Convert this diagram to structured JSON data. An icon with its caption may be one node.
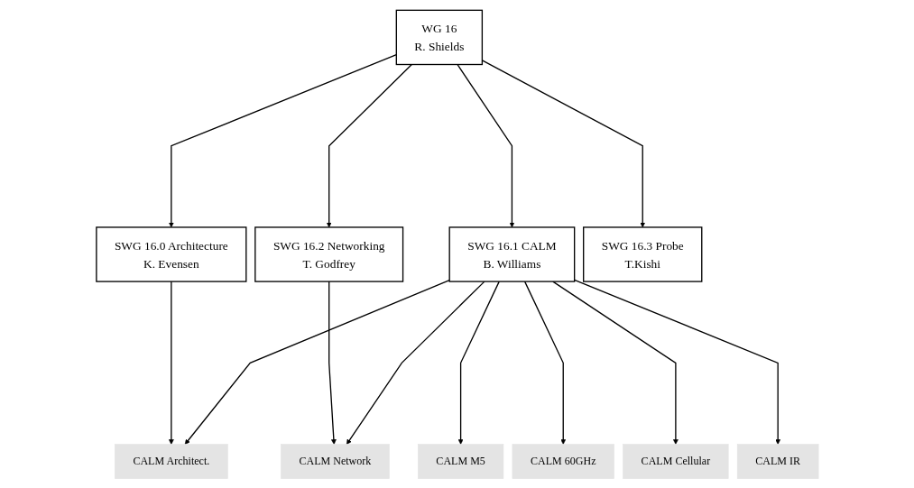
{
  "diagram": {
    "nodes": [
      {
        "text": [
          "WG 16",
          "R. Shields"
        ]
      },
      {
        "text": [
          "SWG 16.0 Architecture",
          "K. Evensen"
        ]
      },
      {
        "text": [
          "SWG 16.1 CALM",
          "B. Williams"
        ]
      },
      {
        "text": [
          "SWG 16.2 Networking",
          "T. Godfrey"
        ]
      },
      {
        "text": [
          "SWG 16.3 Probe",
          "T.Kishi"
        ]
      },
      {
        "text": [
          "CALM Architect."
        ]
      },
      {
        "text": [
          "CALM Network"
        ]
      },
      {
        "text": [
          "CALM M5"
        ]
      },
      {
        "text": [
          "CALM 60GHz"
        ]
      },
      {
        "text": [
          "CALM Cellular"
        ]
      },
      {
        "text": [
          "CALM IR"
        ]
      }
    ],
    "edges": [
      {
        "from": 0,
        "to": 1,
        "arrow": "to"
      },
      {
        "from": 0,
        "to": 2,
        "arrow": "to"
      },
      {
        "from": 0,
        "to": 3,
        "arrow": "to"
      },
      {
        "from": 0,
        "to": 4,
        "arrow": "to"
      },
      {
        "from": 1,
        "to": 5,
        "arrow": "to"
      },
      {
        "from": 3,
        "to": 6,
        "arrow": "to"
      },
      {
        "from": 2,
        "to": 5,
        "arrow": "to"
      },
      {
        "from": 2,
        "to": 6,
        "arrow": "to"
      },
      {
        "from": 2,
        "to": 7,
        "arrow": "to"
      },
      {
        "from": 2,
        "to": 8,
        "arrow": "to"
      },
      {
        "from": 2,
        "to": 9,
        "arrow": "to"
      },
      {
        "from": 2,
        "to": 10,
        "arrow": "to"
      }
    ]
  }
}
